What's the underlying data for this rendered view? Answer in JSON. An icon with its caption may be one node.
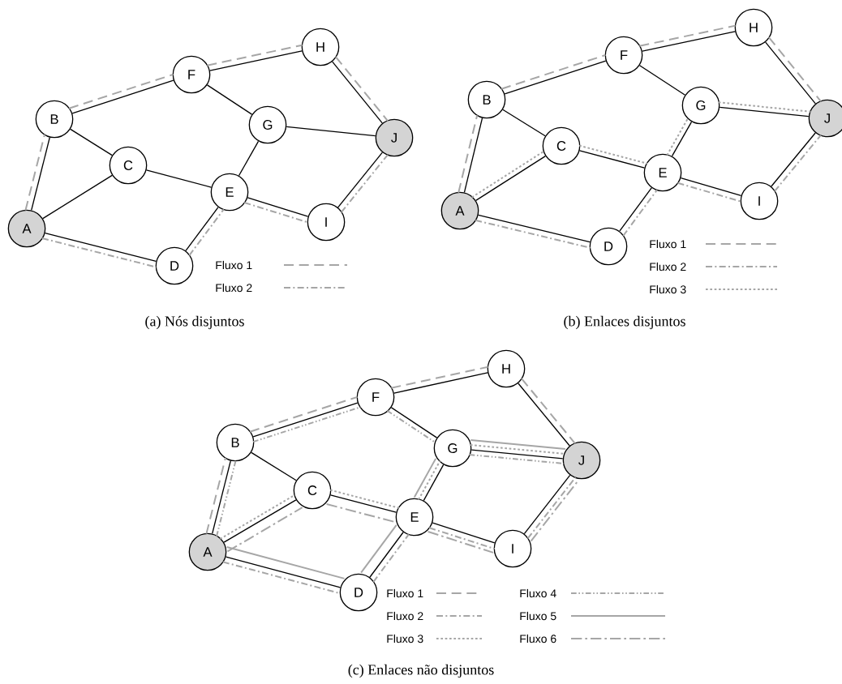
{
  "diagram": {
    "nodes": [
      {
        "text": [
          "A"
        ]
      },
      {
        "text": [
          "B"
        ]
      },
      {
        "text": [
          "C"
        ]
      },
      {
        "text": [
          "D"
        ]
      },
      {
        "text": [
          "E"
        ]
      },
      {
        "text": [
          "F"
        ]
      },
      {
        "text": [
          "G"
        ]
      },
      {
        "text": [
          "H"
        ]
      },
      {
        "text": [
          "I"
        ]
      },
      {
        "text": [
          "J"
        ]
      },
      {
        "text": [
          "A"
        ]
      },
      {
        "text": [
          "B"
        ]
      },
      {
        "text": [
          "C"
        ]
      },
      {
        "text": [
          "D"
        ]
      },
      {
        "text": [
          "E"
        ]
      },
      {
        "text": [
          "F"
        ]
      },
      {
        "text": [
          "G"
        ]
      },
      {
        "text": [
          "H"
        ]
      },
      {
        "text": [
          "I"
        ]
      },
      {
        "text": [
          "J"
        ]
      },
      {
        "text": [
          "A"
        ]
      },
      {
        "text": [
          "B"
        ]
      },
      {
        "text": [
          "C"
        ]
      },
      {
        "text": [
          "D"
        ]
      },
      {
        "text": [
          "E"
        ]
      },
      {
        "text": [
          "F"
        ]
      },
      {
        "text": [
          "G"
        ]
      },
      {
        "text": [
          "H"
        ]
      },
      {
        "text": [
          "I"
        ]
      },
      {
        "text": [
          "J"
        ]
      }
    ],
    "edges": [
      {
        "from": 0,
        "to": 1,
        "arrow": "none",
        "color": "#000000"
      },
      {
        "from": 0,
        "to": 2,
        "arrow": "none",
        "color": "#000000"
      },
      {
        "from": 0,
        "to": 3,
        "arrow": "none",
        "color": "#000000"
      },
      {
        "from": 1,
        "to": 2,
        "arrow": "none",
        "color": "#000000"
      },
      {
        "from": 1,
        "to": 5,
        "arrow": "none",
        "color": "#000000"
      },
      {
        "from": 2,
        "to": 4,
        "arrow": "none",
        "color": "#000000"
      },
      {
        "from": 3,
        "to": 4,
        "arrow": "none",
        "color": "#000000"
      },
      {
        "from": 4,
        "to": 6,
        "arrow": "none",
        "color": "#000000"
      },
      {
        "from": 4,
        "to": 8,
        "arrow": "none",
        "color": "#000000"
      },
      {
        "from": 5,
        "to": 6,
        "arrow": "none",
        "color": "#000000"
      },
      {
        "from": 5,
        "to": 7,
        "arrow": "none",
        "color": "#000000"
      },
      {
        "from": 6,
        "to": 9,
        "arrow": "none",
        "color": "#000000"
      },
      {
        "from": 7,
        "to": 9,
        "arrow": "none",
        "color": "#000000"
      },
      {
        "from": 8,
        "to": 9,
        "arrow": "none",
        "color": "#000000"
      },
      {
        "from": 10,
        "to": 11,
        "arrow": "none",
        "color": "#000000"
      },
      {
        "from": 10,
        "to": 12,
        "arrow": "none",
        "color": "#000000"
      },
      {
        "from": 10,
        "to": 13,
        "arrow": "none",
        "color": "#000000"
      },
      {
        "from": 11,
        "to": 12,
        "arrow": "none",
        "color": "#000000"
      },
      {
        "from": 11,
        "to": 15,
        "arrow": "none",
        "color": "#000000"
      },
      {
        "from": 12,
        "to": 14,
        "arrow": "none",
        "color": "#000000"
      },
      {
        "from": 13,
        "to": 14,
        "arrow": "none",
        "color": "#000000"
      },
      {
        "from": 14,
        "to": 16,
        "arrow": "none",
        "color": "#000000"
      },
      {
        "from": 14,
        "to": 18,
        "arrow": "none",
        "color": "#000000"
      },
      {
        "from": 15,
        "to": 16,
        "arrow": "none",
        "color": "#000000"
      },
      {
        "from": 15,
        "to": 17,
        "arrow": "none",
        "color": "#000000"
      },
      {
        "from": 16,
        "to": 19,
        "arrow": "none",
        "color": "#000000"
      },
      {
        "from": 17,
        "to": 19,
        "arrow": "none",
        "color": "#000000"
      },
      {
        "from": 18,
        "to": 19,
        "arrow": "none",
        "color": "#000000"
      },
      {
        "from": 20,
        "to": 21,
        "arrow": "none",
        "color": "#000000"
      },
      {
        "from": 20,
        "to": 22,
        "arrow": "none",
        "color": "#000000"
      },
      {
        "from": 20,
        "to": 23,
        "arrow": "none",
        "color": "#000000"
      },
      {
        "from": 21,
        "to": 22,
        "arrow": "none",
        "color": "#000000"
      },
      {
        "from": 21,
        "to": 25,
        "arrow": "none",
        "color": "#000000"
      },
      {
        "from": 22,
        "to": 24,
        "arrow": "none",
        "color": "#000000"
      },
      {
        "from": 23,
        "to": 24,
        "arrow": "none",
        "color": "#000000"
      },
      {
        "from": 24,
        "to": 26,
        "arrow": "none",
        "color": "#000000"
      },
      {
        "from": 24,
        "to": 28,
        "arrow": "none",
        "color": "#000000"
      },
      {
        "from": 25,
        "to": 26,
        "arrow": "none",
        "color": "#000000"
      },
      {
        "from": 25,
        "to": 27,
        "arrow": "none",
        "color": "#000000"
      },
      {
        "from": 26,
        "to": 29,
        "arrow": "none",
        "color": "#000000"
      },
      {
        "from": 27,
        "to": 29,
        "arrow": "none",
        "color": "#000000"
      },
      {
        "from": 28,
        "to": 29,
        "arrow": "none",
        "color": "#000000"
      },
      {
        "from": 0,
        "to": 1,
        "arrow": "none",
        "style": "dashed"
      },
      {
        "from": 1,
        "to": 5,
        "arrow": "none",
        "style": "dashed"
      },
      {
        "from": 5,
        "to": 7,
        "arrow": "none",
        "style": "dashed"
      },
      {
        "from": 7,
        "to": 9,
        "arrow": "none",
        "style": "dashed"
      },
      {
        "from": 0,
        "to": 3,
        "arrow": "none",
        "style": "dashed"
      },
      {
        "from": 3,
        "to": 4,
        "arrow": "none",
        "style": "dashed"
      },
      {
        "from": 4,
        "to": 8,
        "arrow": "none",
        "style": "dashed"
      },
      {
        "from": 8,
        "to": 9,
        "arrow": "none",
        "style": "dashed"
      },
      {
        "from": 10,
        "to": 11,
        "arrow": "none",
        "style": "dashed"
      },
      {
        "from": 11,
        "to": 15,
        "arrow": "none",
        "style": "dashed"
      },
      {
        "from": 15,
        "to": 17,
        "arrow": "none",
        "style": "dashed"
      },
      {
        "from": 17,
        "to": 19,
        "arrow": "none",
        "style": "dashed"
      },
      {
        "from": 10,
        "to": 13,
        "arrow": "none",
        "style": "dashed"
      },
      {
        "from": 13,
        "to": 14,
        "arrow": "none",
        "style": "dashed"
      },
      {
        "from": 14,
        "to": 18,
        "arrow": "none",
        "style": "dashed"
      },
      {
        "from": 18,
        "to": 19,
        "arrow": "none",
        "style": "dashed"
      },
      {
        "from": 10,
        "to": 12,
        "arrow": "none",
        "style": "dashed"
      },
      {
        "from": 12,
        "to": 14,
        "arrow": "none",
        "style": "dashed"
      },
      {
        "from": 14,
        "to": 16,
        "arrow": "none",
        "style": "dashed"
      },
      {
        "from": 16,
        "to": 19,
        "arrow": "none",
        "style": "dashed"
      },
      {
        "from": 20,
        "to": 21,
        "arrow": "none",
        "style": "dashed"
      },
      {
        "from": 21,
        "to": 25,
        "arrow": "none",
        "style": "dashed"
      },
      {
        "from": 25,
        "to": 27,
        "arrow": "none",
        "style": "dashed"
      },
      {
        "from": 27,
        "to": 29,
        "arrow": "none",
        "style": "dashed"
      },
      {
        "from": 20,
        "to": 23,
        "arrow": "none",
        "style": "dashed"
      },
      {
        "from": 23,
        "to": 24,
        "arrow": "none",
        "style": "dashed"
      },
      {
        "from": 24,
        "to": 28,
        "arrow": "none",
        "style": "dashed"
      },
      {
        "from": 28,
        "to": 29,
        "arrow": "none",
        "style": "dashed"
      },
      {
        "from": 20,
        "to": 22,
        "arrow": "none",
        "style": "dashed"
      },
      {
        "from": 22,
        "to": 24,
        "arrow": "none",
        "style": "dashed"
      },
      {
        "from": 24,
        "to": 26,
        "arrow": "none",
        "style": "dashed"
      },
      {
        "from": 26,
        "to": 29,
        "arrow": "none",
        "style": "dashed"
      },
      {
        "from": 20,
        "to": 21,
        "arrow": "none",
        "style": "dashed"
      },
      {
        "from": 21,
        "to": 25,
        "arrow": "none",
        "style": "dashed"
      },
      {
        "from": 25,
        "to": 26,
        "arrow": "none",
        "style": "dashed"
      },
      {
        "from": 26,
        "to": 29,
        "arrow": "none",
        "style": "dashed"
      },
      {
        "from": 20,
        "to": 23,
        "arrow": "none"
      },
      {
        "from": 23,
        "to": 24,
        "arrow": "none"
      },
      {
        "from": 24,
        "to": 26,
        "arrow": "none"
      },
      {
        "from": 26,
        "to": 29,
        "arrow": "none"
      },
      {
        "from": 20,
        "to": 22,
        "arrow": "none",
        "style": "dashed"
      },
      {
        "from": 22,
        "to": 24,
        "arrow": "none",
        "style": "dashed"
      },
      {
        "from": 24,
        "to": 28,
        "arrow": "none",
        "style": "dashed"
      },
      {
        "from": 28,
        "to": 29,
        "arrow": "none",
        "style": "dashed"
      }
    ],
    "labels": [
      "(a) Nós disjuntos",
      "(b) Enlaces disjuntos",
      "(c) Enlaces não disjuntos"
    ],
    "legend": [
      {
        "text": "Fluxo 1"
      },
      {
        "text": "Fluxo 2"
      },
      {
        "text": "Fluxo 1"
      },
      {
        "text": "Fluxo 2"
      },
      {
        "text": "Fluxo 3"
      },
      {
        "text": "Fluxo 1"
      },
      {
        "text": "Fluxo 4"
      },
      {
        "text": "Fluxo 2"
      },
      {
        "text": "Fluxo 5"
      },
      {
        "text": "Fluxo 3"
      },
      {
        "text": "Fluxo 6"
      }
    ]
  }
}
